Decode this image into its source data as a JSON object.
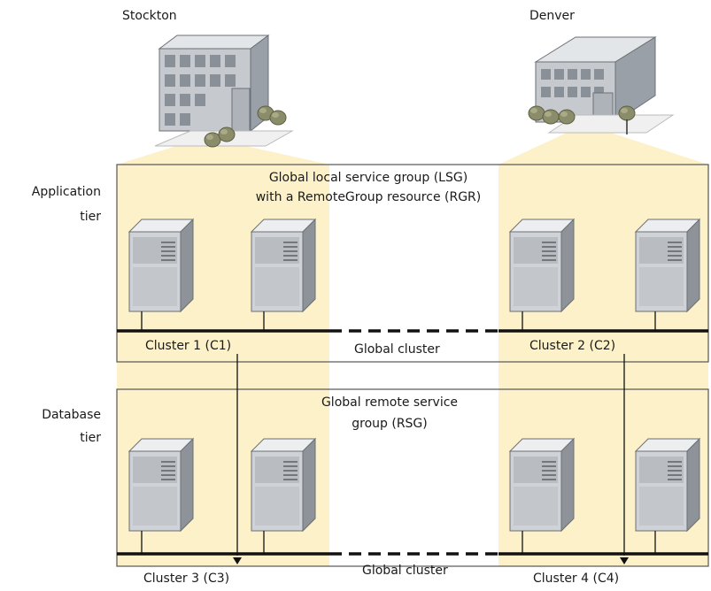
{
  "sites": {
    "left": "Stockton",
    "right": "Denver"
  },
  "tiers": {
    "application": {
      "line1": "Application",
      "line2": "tier"
    },
    "database": {
      "line1": "Database",
      "line2": "tier"
    }
  },
  "groups": {
    "lsg": {
      "line1": "Global local service group (LSG)",
      "line2": "with a RemoteGroup resource (RGR)"
    },
    "rsg": {
      "line1": "Global remote service",
      "line2": "group (RSG)"
    }
  },
  "clusters": {
    "c1": "Cluster 1 (C1)",
    "c2": "Cluster 2 (C2)",
    "c3": "Cluster 3 (C3)",
    "c4": "Cluster 4 (C4)"
  },
  "global_cluster_label": "Global cluster",
  "colors": {
    "beam": "#fcf1c8",
    "line": "#111111",
    "box": "#555555",
    "server_front": "#cfd2d6",
    "server_side": "#8e939a",
    "server_top": "#eceef0",
    "building_front": "#c6cacf",
    "building_side": "#9aa0a7",
    "building_top": "#e3e6e9",
    "tree": "#8b8d6a"
  },
  "icons": [
    "building-icon",
    "server-icon",
    "tree-icon"
  ]
}
